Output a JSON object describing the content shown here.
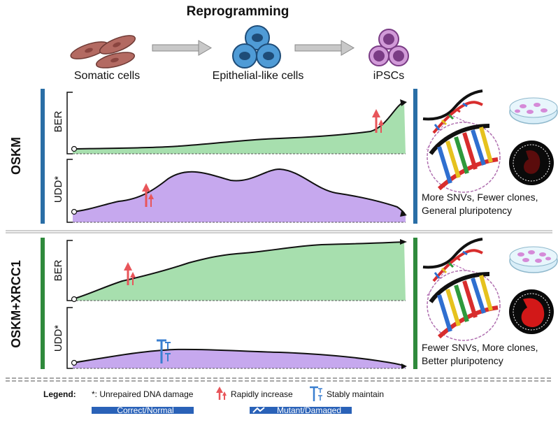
{
  "title": "Reprogramming",
  "stages": [
    {
      "label": "Somatic cells"
    },
    {
      "label": "Epithelial-like cells"
    },
    {
      "label": "iPSCs"
    }
  ],
  "panels": [
    {
      "condition": "OSKM",
      "accent": "#2a6ea6",
      "tracks": [
        {
          "label": "BER",
          "fill": "#a7dfae"
        },
        {
          "label": "UDD*",
          "fill": "#c6a8ee"
        }
      ],
      "outcome_lines": [
        "More SNVs, Fewer clones,",
        "General pluripotency"
      ]
    },
    {
      "condition": "OSKM+XRCC1",
      "accent": "#2f8a3c",
      "tracks": [
        {
          "label": "BER",
          "fill": "#a7dfae"
        },
        {
          "label": "UDD*",
          "fill": "#c6a8ee"
        }
      ],
      "outcome_lines": [
        "Fewer SNVs, More clones,",
        "Better pluripotency"
      ]
    }
  ],
  "legend": {
    "title": "Legend:",
    "unrepaired": "*: Unrepaired DNA damage",
    "rapid": "Rapidly increase",
    "stable": "Stably maintain",
    "correct": "Correct/Normal nucleotide",
    "mutant": "Mutant/Damaged nucleotide"
  },
  "colors": {
    "ber_fill": "#a7dfae",
    "udd_fill": "#c6a8ee",
    "rapid_arrow": "#e8555a",
    "stable_icon": "#3a7fd0",
    "legend_bar": "#2a62b8"
  }
}
